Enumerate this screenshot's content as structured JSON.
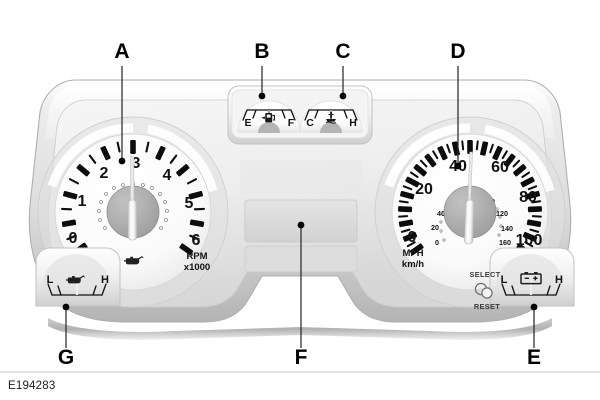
{
  "figure": {
    "id_label": "E194283",
    "title": "Instrument cluster"
  },
  "callouts": [
    {
      "key": "A",
      "label": "A",
      "target": "tachometer"
    },
    {
      "key": "B",
      "label": "B",
      "target": "fuel-gauge"
    },
    {
      "key": "C",
      "label": "C",
      "target": "engine-coolant-temperature-gauge"
    },
    {
      "key": "D",
      "label": "D",
      "target": "speedometer"
    },
    {
      "key": "E",
      "label": "E",
      "target": "battery-voltage-gauge"
    },
    {
      "key": "F",
      "label": "F",
      "target": "information-display"
    },
    {
      "key": "G",
      "label": "G",
      "target": "engine-oil-pressure-gauge"
    }
  ],
  "tachometer": {
    "name": "Tachometer",
    "ticks": [
      "0",
      "1",
      "2",
      "3",
      "4",
      "5",
      "6"
    ],
    "unit_line1": "RPM",
    "unit_line2": "x1000",
    "icon": "oil-can-icon",
    "needle_value": 3,
    "min": 0,
    "max": 6
  },
  "speedometer": {
    "name": "Speedometer",
    "mph_ticks": [
      "0",
      "20",
      "40",
      "60",
      "80",
      "100"
    ],
    "kmh_ticks": [
      "0",
      "20",
      "40",
      "60",
      "100",
      "120",
      "140",
      "160"
    ],
    "unit_line1": "MPH",
    "unit_line2": "km/h",
    "needle_value": 50,
    "min": 0,
    "max": 100
  },
  "fuel_gauge": {
    "name": "Fuel gauge",
    "low_label": "E",
    "high_label": "F",
    "icon": "fuel-pump-icon"
  },
  "temperature_gauge": {
    "name": "Engine coolant temperature gauge",
    "low_label": "C",
    "high_label": "H",
    "icon": "coolant-temperature-icon"
  },
  "oil_gauge": {
    "name": "Engine oil pressure gauge",
    "low_label": "L",
    "high_label": "H",
    "icon": "oil-can-icon"
  },
  "battery_gauge": {
    "name": "Battery voltage gauge",
    "low_label": "L",
    "high_label": "H",
    "icon": "battery-icon"
  },
  "control": {
    "select_label": "SELECT",
    "reset_label": "RESET",
    "icon": "select-reset-knob-icon"
  },
  "information_display": {
    "name": "Information display",
    "text": ""
  },
  "colors": {
    "housing_light": "#f2f2f2",
    "housing_mid": "#d9d9d9",
    "housing_dark": "#b9b9b9",
    "dial_face": "#fbfbfb",
    "hub": "#a8a8a8",
    "needle": "#f4f4f4",
    "ink": "#0c0c0c"
  }
}
